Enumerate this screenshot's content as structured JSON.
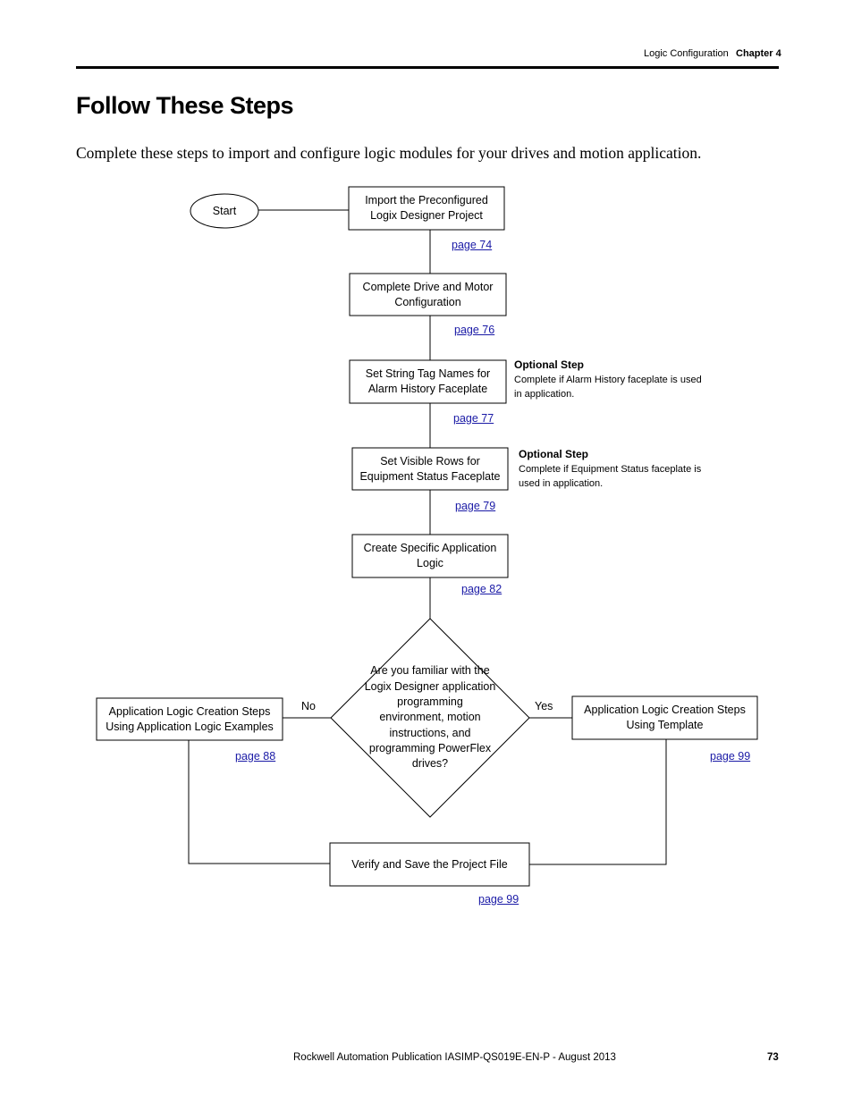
{
  "header": {
    "section": "Logic Configuration",
    "chapter": "Chapter 4"
  },
  "title": "Follow These Steps",
  "intro": "Complete these steps to import and configure logic modules for your drives and motion application.",
  "flowchart": {
    "start": "Start",
    "steps": [
      {
        "label": "Import the Preconfigured Logix Designer Project",
        "link": "page 74"
      },
      {
        "label": "Complete Drive and Motor Configuration",
        "link": "page 76"
      },
      {
        "label": "Set String Tag Names for Alarm History Faceplate",
        "link": "page 77"
      },
      {
        "label": "Set Visible Rows for Equipment Status Faceplate",
        "link": "page 79"
      },
      {
        "label": "Create Specific Application Logic",
        "link": "page 82"
      }
    ],
    "optional": [
      {
        "title": "Optional Step",
        "text": "Complete if Alarm History faceplate is used in application."
      },
      {
        "title": "Optional Step",
        "text": "Complete if Equipment Status faceplate is used in application."
      }
    ],
    "decision": "Are you familiar with the Logix Designer application programming environment, motion instructions, and programming PowerFlex drives?",
    "no_label": "No",
    "yes_label": "Yes",
    "no_branch": {
      "label": "Application Logic Creation Steps Using Application Logic Examples",
      "link": "page 88"
    },
    "yes_branch": {
      "label": "Application Logic Creation Steps Using Template",
      "link": "page 99"
    },
    "final": {
      "label": "Verify and Save the Project File",
      "link": "page 99"
    }
  },
  "footer": {
    "publication": "Rockwell Automation Publication IASIMP-QS019E-EN-P - August 2013",
    "page_number": "73"
  }
}
